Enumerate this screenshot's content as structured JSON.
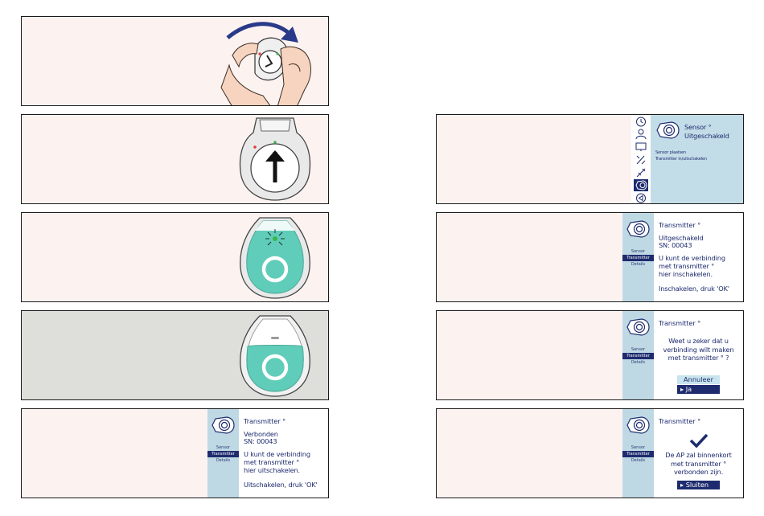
{
  "colors": {
    "navy": "#1e2b6e",
    "screen_blue": "#c3dde8",
    "teal": "#5fcdb9",
    "panel_bg": "#fcf3f1",
    "panel_grey": "#dedfdb"
  },
  "home_screen": {
    "title": "Sensor °",
    "status": "Uitgeschakeld",
    "menu": [
      "Sensor plaatsen",
      "Transmitter in/uitschakelen"
    ],
    "icons": [
      "clock-icon",
      "person-icon",
      "screen-icon",
      "tools-icon",
      "syringe-icon",
      "sensor-icon",
      "speaker-icon"
    ]
  },
  "tabs": [
    "Sensor",
    "Transmitter",
    "Details"
  ],
  "enable_screen": {
    "title": "Transmitter °",
    "lines": [
      "Uitgeschakeld",
      "SN: 00043"
    ],
    "body": [
      "U kunt de verbinding",
      "met transmitter °",
      "hier inschakelen."
    ],
    "action": "Inschakelen, druk 'OK'"
  },
  "confirm_screen": {
    "title": "Transmitter °",
    "question": [
      "Weet u zeker dat u",
      "verbinding wilt maken",
      "met transmitter ° ?"
    ],
    "cancel": "Annuleer",
    "yes": "▸ Ja"
  },
  "done_screen": {
    "title": "Transmitter °",
    "message": [
      "De AP zal binnenkort",
      "met transmitter °",
      "verbonden zijn."
    ],
    "close": "▸ Sluiten"
  },
  "connected_screen": {
    "title": "Transmitter °",
    "lines": [
      "Verbonden",
      "SN: 00043"
    ],
    "body": [
      "U kunt de verbinding",
      "met transmitter °",
      "hier uitschakelen."
    ],
    "action": "Uitschakelen, druk 'OK'"
  }
}
